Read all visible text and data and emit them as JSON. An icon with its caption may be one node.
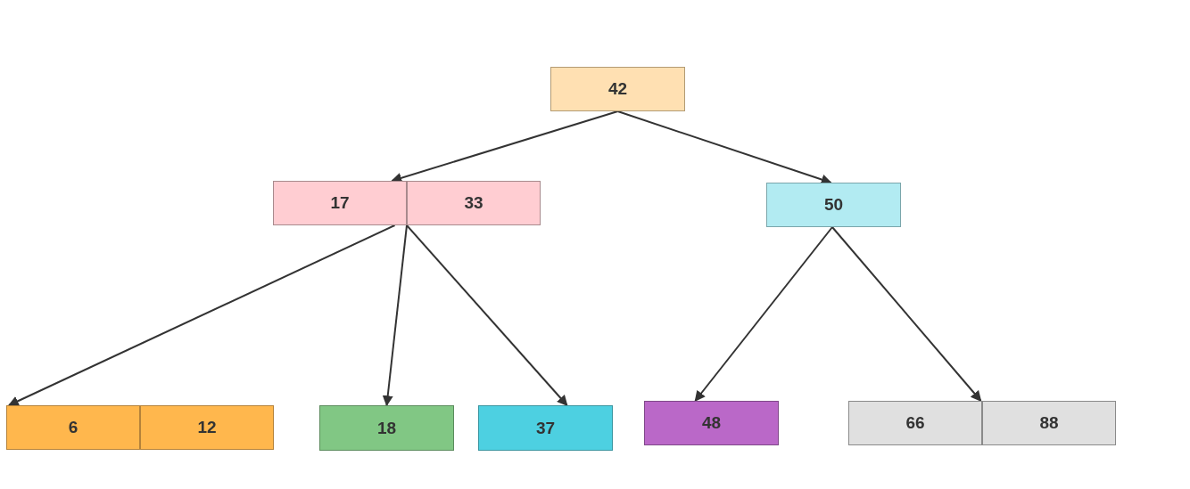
{
  "diagram": {
    "nodes": [
      {
        "text": [
          "42"
        ]
      },
      {
        "text": [
          "17"
        ]
      },
      {
        "text": [
          "33"
        ]
      },
      {
        "text": [
          "50"
        ]
      },
      {
        "text": [
          "6"
        ]
      },
      {
        "text": [
          "12"
        ]
      },
      {
        "text": [
          "18"
        ]
      },
      {
        "text": [
          "37"
        ]
      },
      {
        "text": [
          "48"
        ]
      },
      {
        "text": [
          "66"
        ]
      },
      {
        "text": [
          "88"
        ]
      }
    ],
    "edges": [
      {
        "from": 0,
        "to": 1,
        "arrow": "to"
      },
      {
        "from": 0,
        "to": 3,
        "arrow": "to"
      },
      {
        "from": 1,
        "to": 4,
        "arrow": "to"
      },
      {
        "from": 1,
        "to": 6,
        "arrow": "to"
      },
      {
        "from": 2,
        "to": 7,
        "arrow": "to"
      },
      {
        "from": 3,
        "to": 8,
        "arrow": "to"
      },
      {
        "from": 3,
        "to": 9,
        "arrow": "to"
      }
    ]
  }
}
